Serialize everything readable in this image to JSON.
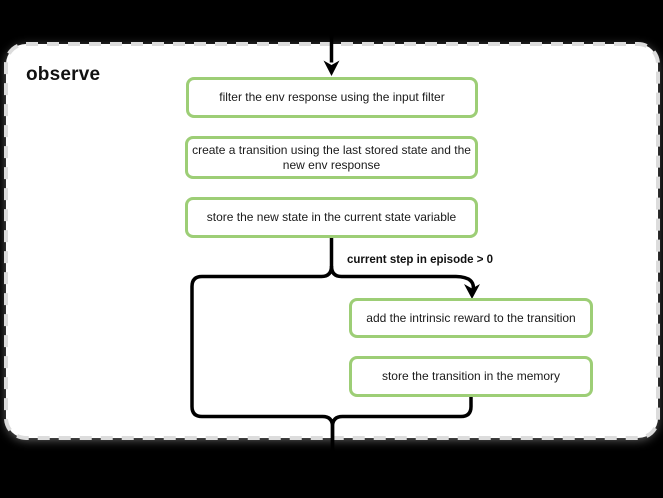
{
  "title": "observe",
  "nodes": [
    {
      "label": "filter the env response using the input filter"
    },
    {
      "label": "create a transition using the last stored state and the new env response"
    },
    {
      "label": "store the new state in the current state variable"
    },
    {
      "label": "add the intrinsic reward to the transition"
    },
    {
      "label": "store the transition in the memory"
    }
  ],
  "branch_label": "current step in episode > 0",
  "colors": {
    "node_border": "#9dce76",
    "panel_border_dash": "#dcdcdc",
    "panel_background": "#ffffff",
    "canvas_background": "#000000",
    "edge": "#000000",
    "text": "#1a1a1a"
  }
}
